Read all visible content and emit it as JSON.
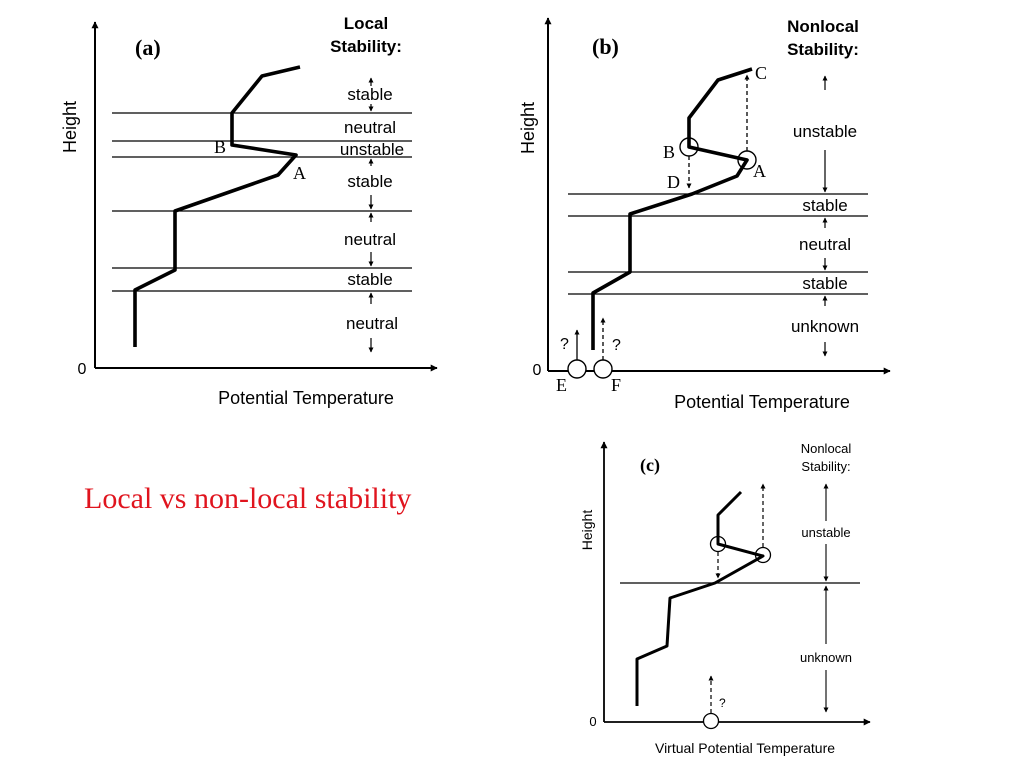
{
  "caption": "Local vs non-local stability",
  "colors": {
    "caption": "#e0141e",
    "ink": "#000000"
  },
  "panel_a": {
    "label": "(a)",
    "header": [
      "Local",
      "Stability:"
    ],
    "y_axis_label": "Height",
    "x_axis_label": "Potential Temperature",
    "origin_label": "0",
    "points": [
      "A",
      "B"
    ],
    "layers": [
      "stable",
      "neutral",
      "unstable",
      "stable",
      "neutral",
      "stable",
      "neutral"
    ]
  },
  "panel_b": {
    "label": "(b)",
    "header": [
      "Nonlocal",
      "Stability:"
    ],
    "y_axis_label": "Height",
    "x_axis_label": "Potential Temperature",
    "origin_label": "0",
    "points": [
      "A",
      "B",
      "C",
      "D",
      "E",
      "F"
    ],
    "question_marks": [
      "?",
      "?"
    ],
    "layers": [
      "unstable",
      "stable",
      "neutral",
      "stable",
      "unknown"
    ]
  },
  "panel_c": {
    "label": "(c)",
    "header": [
      "Nonlocal",
      "Stability:"
    ],
    "y_axis_label": "Height",
    "x_axis_label": "Virtual Potential Temperature",
    "origin_label": "0",
    "question_marks": [
      "?"
    ],
    "layers": [
      "unstable",
      "unknown"
    ]
  }
}
